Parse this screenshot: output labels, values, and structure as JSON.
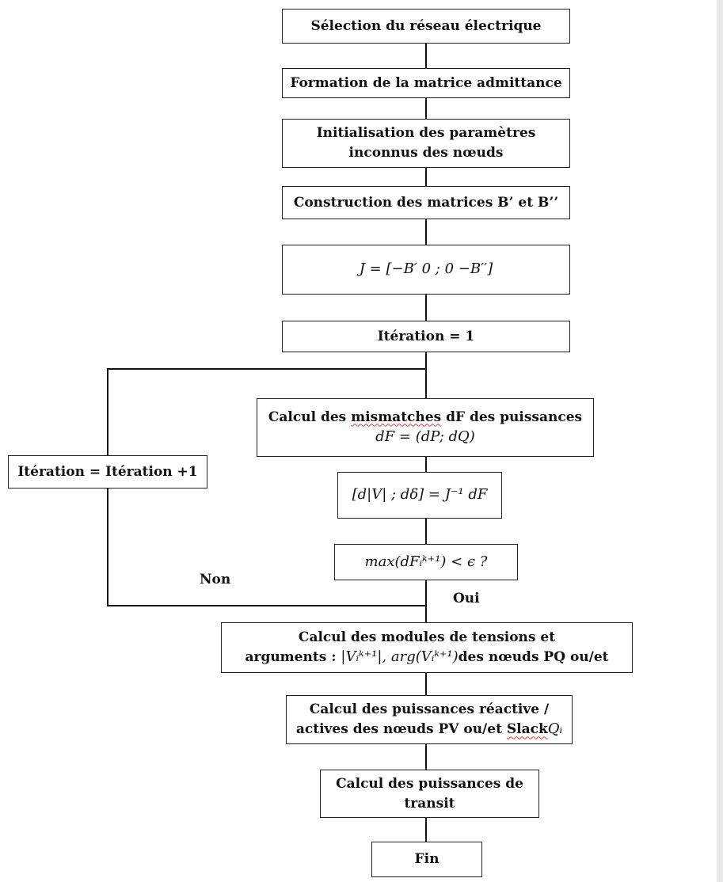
{
  "steps": {
    "selection": "Sélection du réseau électrique",
    "admittance": "Formation de la matrice admittance",
    "init_line1": "Initialisation des paramètres",
    "init_line2": "inconnus des nœuds",
    "construction": "Construction des matrices B’ et B’’",
    "jacobian": "J = [−B′  0 ; 0  −B′′]",
    "iteration_init": "Itération = 1",
    "mismatch_line1_a": "Calcul des ",
    "mismatch_line1_b": "mismatches",
    "mismatch_line1_c": " dF des puissances",
    "mismatch_line2": "dF = (dP; dQ)",
    "update": "[d|V| ; dδ] = J⁻¹ dF",
    "convergence": "max(dFᵢᵏ⁺¹) < ϵ ?",
    "iteration_increment": "Itération = Itération +1",
    "modules_line1": "Calcul des modules de tensions et",
    "modules_line2_a": "arguments : ",
    "modules_line2_b": "|Vᵢᵏ⁺¹|, arg(Vᵢᵏ⁺¹)",
    "modules_line2_c": "des nœuds PQ ou/et",
    "reactive_line1": "Calcul des puissances réactive /",
    "reactive_line2_a": "actives des nœuds  PV ou/et ",
    "reactive_line2_b": "Slack",
    "reactive_line2_c": "Qᵢ",
    "transit_line1": "Calcul des puissances de",
    "transit_line2": "transit",
    "end": "Fin"
  },
  "labels": {
    "no": "Non",
    "yes": "Oui"
  }
}
